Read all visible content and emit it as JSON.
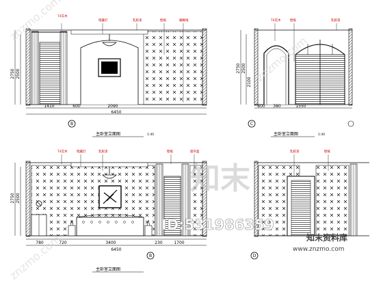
{
  "elevations": [
    {
      "circle_label": "B",
      "title": "主卧室立面图",
      "scale": "1:40",
      "heights": [
        "2750",
        "2500"
      ],
      "dims_bottom": [
        "1410",
        "600",
        "2090"
      ],
      "dim_total": "6450",
      "notes": [
        "T4实木",
        "暗藏灯",
        "乳胶漆",
        "壁纸",
        "踢脚线"
      ]
    },
    {
      "circle_label": "C",
      "title": "主卧室立面图",
      "scale": "1:40",
      "heights": [
        "2750",
        "2500",
        "2100"
      ],
      "dims_bottom": [
        "800",
        "380",
        "1550"
      ],
      "dim_total": "",
      "notes": [
        "T4实木",
        "壁纸",
        "乳胶漆"
      ]
    },
    {
      "circle_label": "B",
      "title": "主卧室立面图",
      "scale": "",
      "heights": [
        "2750",
        "2500"
      ],
      "dims_bottom": [
        "780",
        "720",
        "3400",
        "230",
        "1700"
      ],
      "dim_total": "6450",
      "notes": [
        "T4实木",
        "暗藏灯",
        "乳胶漆",
        "壁纸",
        "窗帘盒"
      ]
    },
    {
      "circle_label": "D",
      "title": "",
      "scale": "",
      "heights": [],
      "dims_bottom": [],
      "dim_total": "",
      "notes": [
        "乳胶漆",
        "壁纸"
      ]
    }
  ],
  "watermark": {
    "brand": "知末",
    "id_text": "ID:531986359",
    "site_name": "知末资料库",
    "url": "www.znzmo.com",
    "diagonal": "znzmo.com"
  }
}
